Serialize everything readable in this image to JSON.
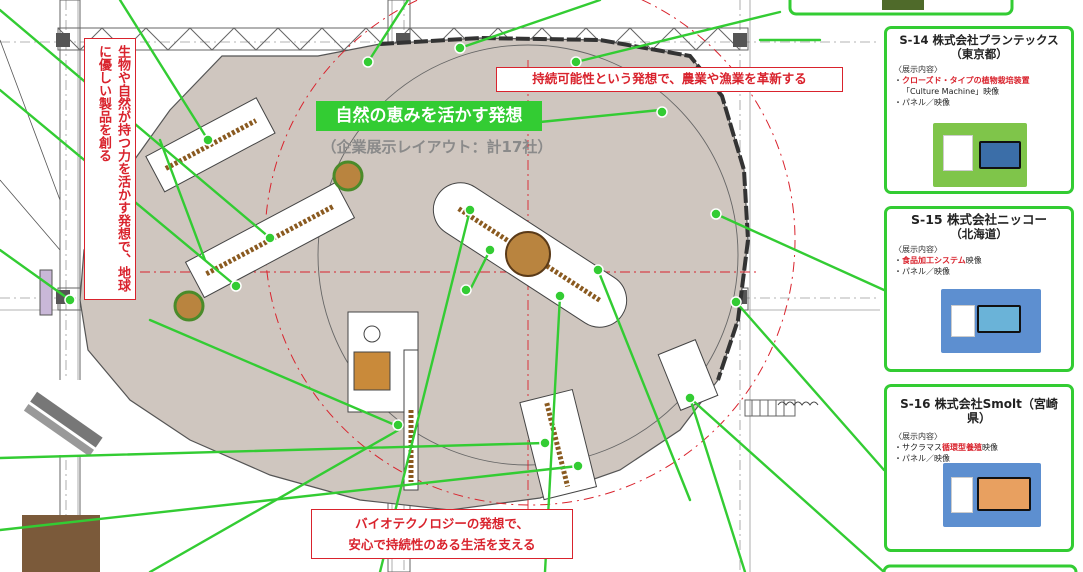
{
  "main_banner": "自然の恵みを活かす発想",
  "layout_subtitle": "（企業展示レイアウト：計17社）",
  "callouts": {
    "top": "持続可能性という発想で、農業や漁業を革新する",
    "left": "生物や自然が持つ力を活かす発想で、地球に優しい製品を創る",
    "bottom_line1": "バイオテクノロジーの発想で、",
    "bottom_line2": "安心で持続性のある生活を支える"
  },
  "cards": [
    {
      "title_line1": "S-14 株式会社プランテックス",
      "title_line2": "（東京都）",
      "label": "〈展示内容〉",
      "item1_prefix": "・",
      "item1_highlight": "クローズド・タイプの植物栽培装置",
      "item1_suffix": "「Culture Machine」映像",
      "item2": "・パネル／映像"
    },
    {
      "title_line1": "S-15 株式会社ニッコー",
      "title_line2": "（北海道）",
      "label": "〈展示内容〉",
      "item1_prefix": "・",
      "item1_highlight": "食品加工システム",
      "item1_suffix": "映像",
      "item2": "・パネル／映像"
    },
    {
      "title_line1": "S-16 株式会社Smolt（宮崎県）",
      "label": "〈展示内容〉",
      "item1_prefix": "・サクラマス",
      "item1_highlight": "循環型養殖",
      "item1_suffix": "映像",
      "item2": "・パネル／映像"
    }
  ],
  "colors": {
    "accent_green": "#33cc33",
    "callout_red": "#d9232d",
    "floor": "#cfc6bf",
    "frame_red": "#d9232d"
  }
}
